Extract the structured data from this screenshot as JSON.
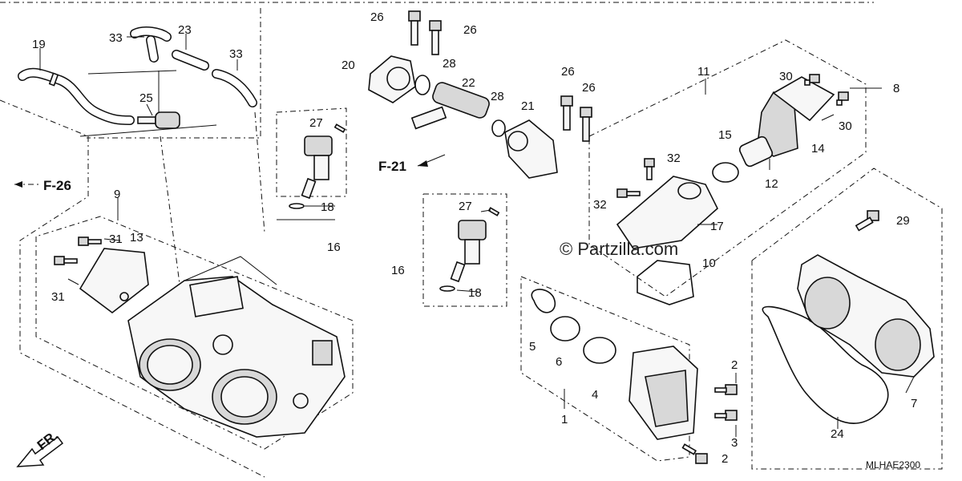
{
  "diagram": {
    "code": "MLHAE2300",
    "watermark": "© Partzilla.com",
    "refs": {
      "f26": "F-26",
      "f21": "F-21",
      "fr": "FR."
    },
    "labels": {
      "l1": "1",
      "l2a": "2",
      "l2b": "2",
      "l3": "3",
      "l4": "4",
      "l5": "5",
      "l6": "6",
      "l7": "7",
      "l8": "8",
      "l9": "9",
      "l10": "10",
      "l11": "11",
      "l12": "12",
      "l13": "13",
      "l14": "14",
      "l15": "15",
      "l16a": "16",
      "l16b": "16",
      "l17": "17",
      "l18a": "18",
      "l18b": "18",
      "l19": "19",
      "l20": "20",
      "l21": "21",
      "l22": "22",
      "l23": "23",
      "l24": "24",
      "l25": "25",
      "l26a": "26",
      "l26b": "26",
      "l26c": "26",
      "l26d": "26",
      "l27a": "27",
      "l27b": "27",
      "l28a": "28",
      "l28b": "28",
      "l29": "29",
      "l30a": "30",
      "l30b": "30",
      "l31a": "31",
      "l31b": "31",
      "l32a": "32",
      "l32b": "32",
      "l33a": "33",
      "l33b": "33"
    }
  }
}
